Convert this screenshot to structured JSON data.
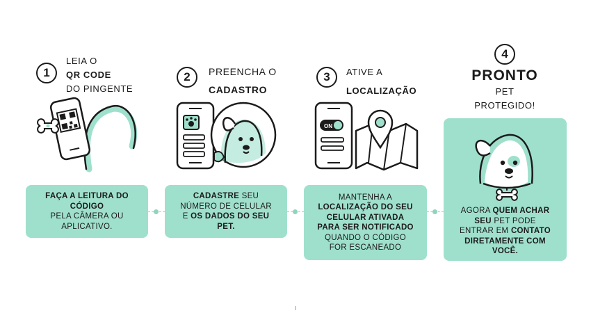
{
  "steps": [
    {
      "number": "1",
      "title_lines": [
        "LEIA O",
        "QR CODE",
        "DO PINGENTE"
      ],
      "card_lines": [
        "FAÇA A LEITURA DO",
        "CÓDIGO",
        "PELA CÂMERA OU",
        "APLICATIVO."
      ],
      "icon": "phone-scanning-qr-tag-icon"
    },
    {
      "number": "2",
      "title_lines": [
        "PREENCHA O",
        "CADASTRO"
      ],
      "card_lines": [
        "CADASTRE SEU",
        "NÚMERO DE CELULAR",
        "E OS DADOS DO SEU",
        "PET."
      ],
      "icon": "phone-form-with-dog-icon"
    },
    {
      "number": "3",
      "title_lines": [
        "ATIVE A",
        "LOCALIZAÇÃO"
      ],
      "card_lines": [
        "MANTENHA A",
        "LOCALIZAÇÃO DO SEU",
        "CELULAR ATIVADA",
        "PARA SER NOTIFICADO",
        "QUANDO O CÓDIGO",
        "FOR ESCANEADO"
      ],
      "icon": "location-toggle-map-icon",
      "toggle_label": "ON"
    },
    {
      "number": "4",
      "title_lines": [
        "PRONTO",
        "PET",
        "PROTEGIDO!"
      ],
      "card_lines": [
        "AGORA QUEM ACHAR",
        "SEU PET PODE",
        "ENTRAR EM CONTATO",
        "DIRETAMENTE COM",
        "VOCÊ."
      ],
      "icon": "dog-with-bone-tag-icon"
    }
  ],
  "colors": {
    "accent": "#9fe0cc",
    "ink": "#1b1b1b",
    "dashes": "#8fd4bf"
  }
}
